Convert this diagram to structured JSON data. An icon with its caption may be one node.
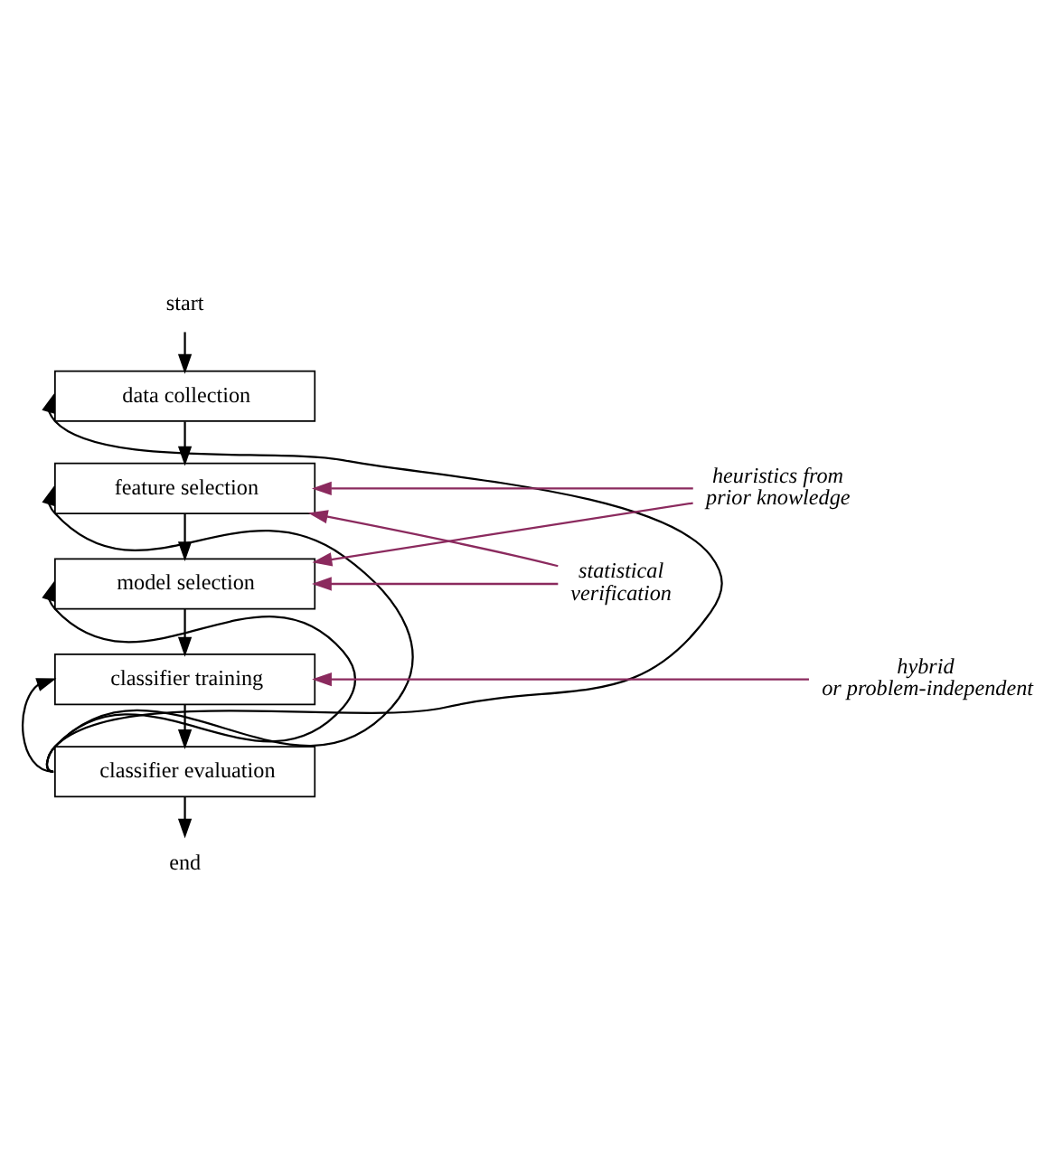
{
  "diagram": {
    "nodes": [
      {
        "text": [
          "start"
        ]
      },
      {
        "text": [
          "data collection"
        ]
      },
      {
        "text": [
          "feature selection"
        ]
      },
      {
        "text": [
          "model selection"
        ]
      },
      {
        "text": [
          "classifier training"
        ]
      },
      {
        "text": [
          "classifier evaluation"
        ]
      },
      {
        "text": [
          "end"
        ]
      },
      {
        "text": [
          "heuristics from prior knowledge"
        ]
      },
      {
        "text": [
          "statistical verification"
        ]
      },
      {
        "text": [
          "hybrid or problem-independent"
        ]
      }
    ],
    "edges": [
      {
        "from": 0,
        "to": 1,
        "arrow": "to"
      },
      {
        "from": 1,
        "to": 2,
        "arrow": "to"
      },
      {
        "from": 2,
        "to": 3,
        "arrow": "to"
      },
      {
        "from": 3,
        "to": 4,
        "arrow": "to"
      },
      {
        "from": 4,
        "to": 5,
        "arrow": "to"
      },
      {
        "from": 5,
        "to": 6,
        "arrow": "to"
      },
      {
        "from": 5,
        "to": 1,
        "arrow": "to"
      },
      {
        "from": 5,
        "to": 2,
        "arrow": "to"
      },
      {
        "from": 5,
        "to": 3,
        "arrow": "to"
      },
      {
        "from": 5,
        "to": 4,
        "arrow": "to"
      },
      {
        "from": 7,
        "to": 2,
        "arrow": "to",
        "color": "#8b2a5e"
      },
      {
        "from": 7,
        "to": 3,
        "arrow": "to",
        "color": "#8b2a5e"
      },
      {
        "from": 8,
        "to": 2,
        "arrow": "to",
        "color": "#8b2a5e"
      },
      {
        "from": 8,
        "to": 3,
        "arrow": "to",
        "color": "#8b2a5e"
      },
      {
        "from": 9,
        "to": 4,
        "arrow": "to",
        "color": "#8b2a5e"
      }
    ]
  }
}
